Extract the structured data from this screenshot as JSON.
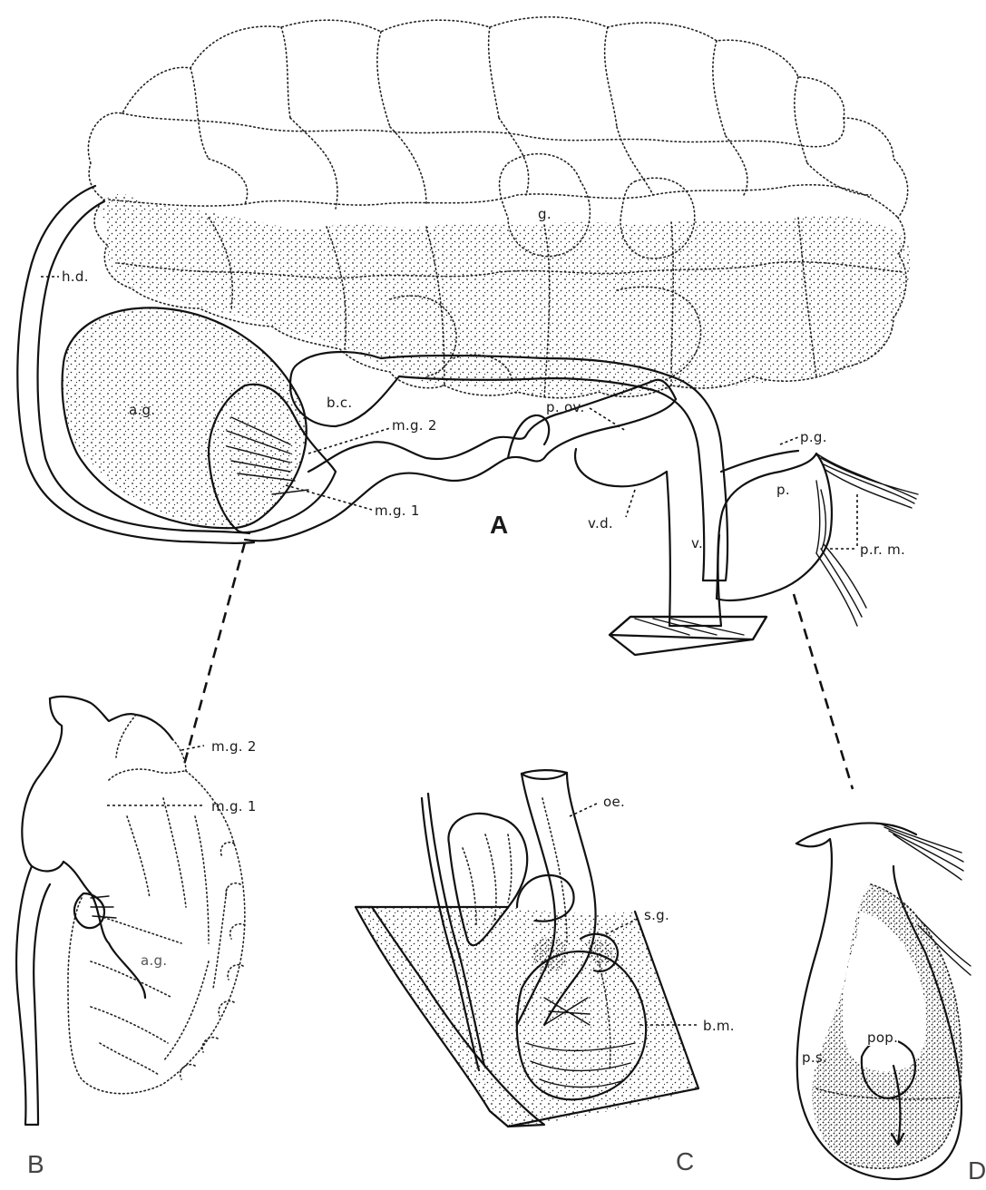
{
  "figure": {
    "panels": {
      "A": "A",
      "B": "B",
      "C": "C",
      "D": "D"
    },
    "panel_a_labels": {
      "g": "g.",
      "hd": "h.d.",
      "ag": "a.g.",
      "bc": "b.c.",
      "pov": "p. ov.",
      "mg2": "m.g. 2",
      "mg1": "m.g. 1",
      "vd": "v.d.",
      "v": "v.",
      "pg": "p.g.",
      "p": "p.",
      "prm": "p.r. m."
    },
    "panel_b_labels": {
      "mg2": "m.g. 2",
      "mg1": "m.g. 1",
      "ag": "a.g."
    },
    "panel_c_labels": {
      "oe": "oe.",
      "sg": "s.g.",
      "bm": "b.m."
    },
    "panel_d_labels": {
      "ps": "p.s.",
      "pop": "pop."
    }
  }
}
